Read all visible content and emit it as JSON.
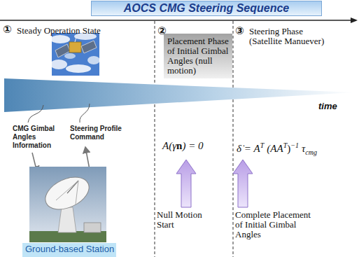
{
  "diagram": {
    "title": "AOCS CMG Steering Sequence",
    "nodes": [
      {
        "text": [
          "Placement Phase of Initial Gimbal Angles (null motion)"
        ]
      },
      {
        "text": [
          "Ground-based Station"
        ]
      }
    ],
    "labels": [
      "①",
      "Steady Operation State",
      "②",
      "③",
      "Steering Phase (Satellite Manuever)",
      "time",
      "CMG Gimbal Angles Information",
      "Steering Profile Command",
      "A(γ",
      "n",
      ") = 0",
      "δ̇ = A",
      "T",
      "(AA",
      "T",
      ")",
      "−1",
      "τ",
      "cmg",
      "Null Motion Start",
      "Complete Placement of Initial Gimbal Angles"
    ]
  }
}
